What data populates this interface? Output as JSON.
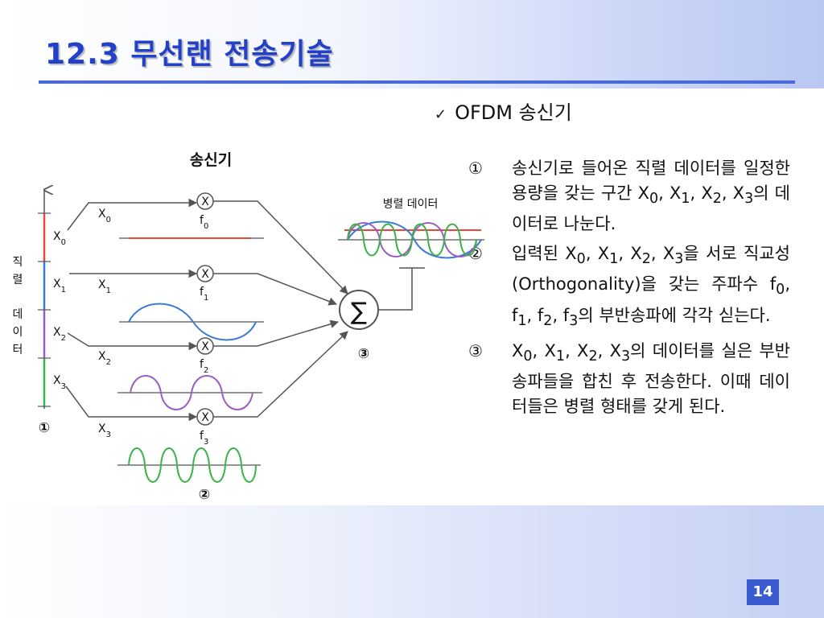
{
  "slide": {
    "title": "12.3 무선랜 전송기술",
    "page_number": "14"
  },
  "bullet": {
    "check_icon": "✓",
    "heading": "OFDM 송신기"
  },
  "items": [
    {
      "num": "①",
      "html": "송신기로 들어온 직렬 데이터를 일정한 용량을 갖는 구간 X<sub>0</sub>, X<sub>1</sub>, X<sub>2</sub>, X<sub>3</sub>의 데이터로 나눈다."
    },
    {
      "num": "②",
      "html": "입력된 X<sub>0</sub>, X<sub>1</sub>, X<sub>2</sub>, X<sub>3</sub>을 서로 직교성(Orthogonality)을 갖는 주파수 f<sub>0</sub>, f<sub>1</sub>, f<sub>2</sub>, f<sub>3</sub>의 부반송파에 각각 싣는다."
    },
    {
      "num": "③",
      "html": "X<sub>0</sub>, X<sub>1</sub>, X<sub>2</sub>, X<sub>3</sub>의 데이터를 실은 부반송파들을 합친 후 전송한다. 이때 데이터들은 병렬 형태를 갖게 된다."
    }
  ],
  "diagram": {
    "title": "송신기",
    "serial_label_chars": [
      "직",
      "렬",
      "데",
      "이",
      "터"
    ],
    "parallel_label": "병렬 데이터",
    "left_marks": [
      "0",
      "1",
      "2",
      "3"
    ],
    "branch_labels": [
      "0",
      "1",
      "2",
      "3"
    ],
    "mixer_symbol": "X",
    "freq_labels": [
      "0",
      "1",
      "2",
      "3"
    ],
    "symbol_x": "X",
    "symbol_f": "f",
    "sum_symbol": "∑",
    "step_labels": [
      "①",
      "②",
      "③"
    ],
    "colors": {
      "red": "#e8483c",
      "blue": "#3a7bd5",
      "purple": "#9a5ec2",
      "green": "#3cb24a",
      "line": "#555555"
    }
  }
}
